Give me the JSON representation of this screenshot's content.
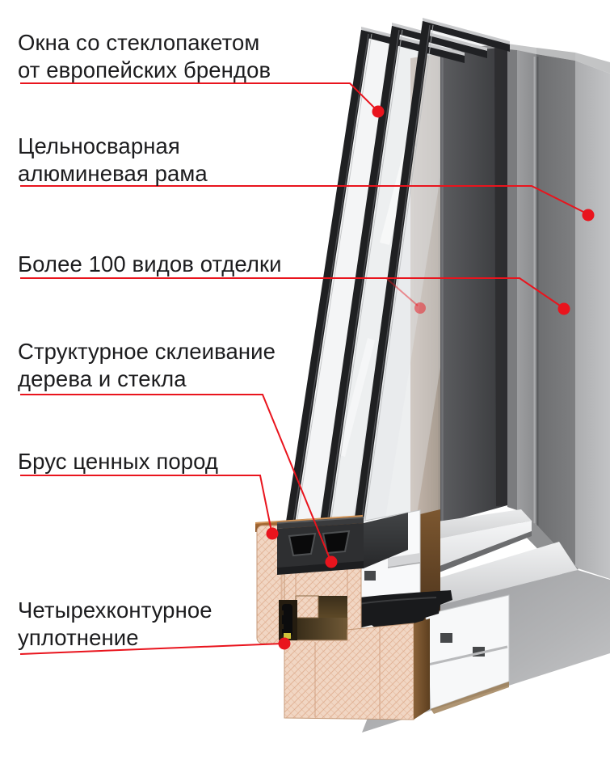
{
  "page": {
    "background": "#ffffff",
    "description": "3D cutaway render of a wood-aluminum window corner with six annotated features"
  },
  "colors": {
    "accent_red": "#e9141d",
    "text": "#1c1c1e",
    "wood_end_grain": "#f1d6c3",
    "wood_strip": "#b59d8a",
    "sash_anthracite": "#3a3b3e",
    "frame_gray": "#b0b1b3",
    "glass": "#f4f6f7"
  },
  "callouts": [
    {
      "id": "glazing",
      "text": [
        "Окна со стеклопакетом",
        "от европейских брендов"
      ]
    },
    {
      "id": "alu-frame",
      "text": [
        "Цельносварная",
        "алюминевая рама"
      ]
    },
    {
      "id": "finishes",
      "text": [
        "Более 100 видов отделки"
      ]
    },
    {
      "id": "bonding",
      "text": [
        "Структурное склеивание",
        "дерева и стекла"
      ]
    },
    {
      "id": "timber",
      "text": [
        "Брус ценных пород"
      ]
    },
    {
      "id": "sealing",
      "text": [
        "Четырехконтурное",
        "уплотнение"
      ]
    }
  ]
}
